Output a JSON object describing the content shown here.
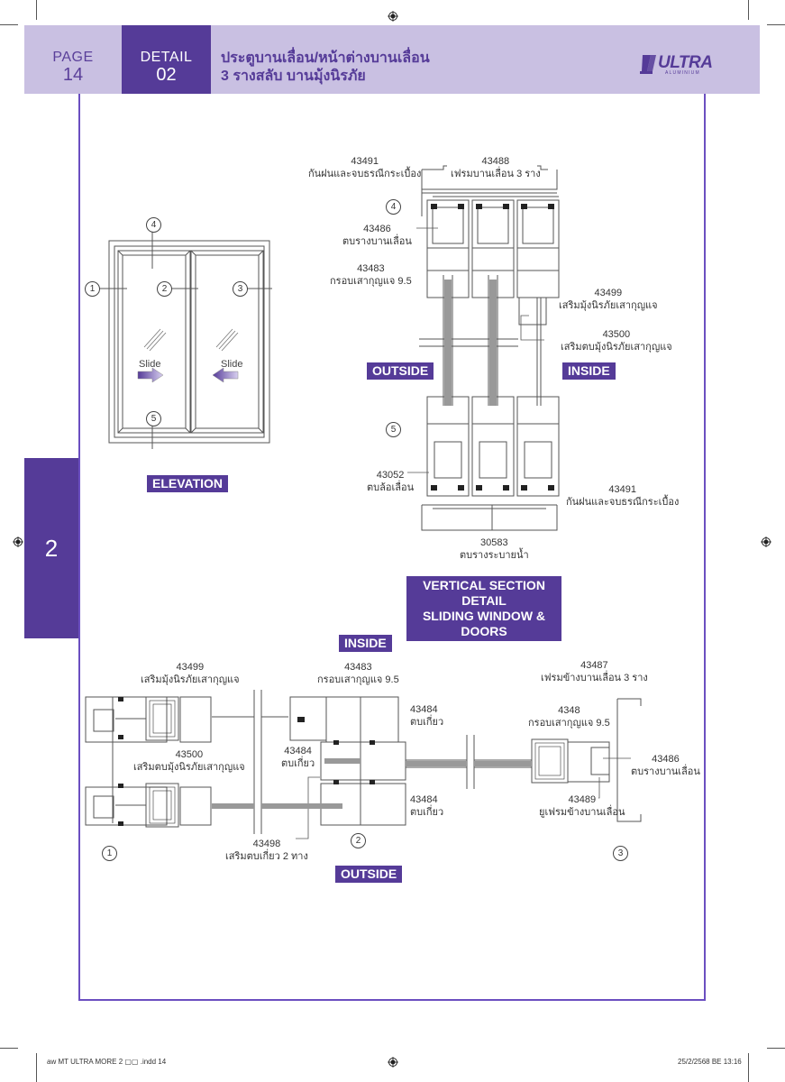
{
  "header": {
    "page_label": "PAGE",
    "page_number": "14",
    "detail_label": "DETAIL",
    "detail_number": "02",
    "title_line1": "ประตูบานเลื่อน/หน้าต่างบานเลื่อน",
    "title_line2": "3 รางสลับ บานมุ้งนิรภัย",
    "logo_text": "ULTRA",
    "logo_subtext": "ALUMINIUM"
  },
  "side_tab": {
    "chapter": "2"
  },
  "elevation": {
    "label": "ELEVATION",
    "markers": [
      "1",
      "2",
      "3",
      "4",
      "5"
    ],
    "slide_left_label": "Slide",
    "slide_right_label": "Slide"
  },
  "vertical_section": {
    "title_line1": "VERTICAL SECTION DETAIL",
    "title_line2": "SLIDING WINDOW & DOORS",
    "outside_label": "OUTSIDE",
    "inside_label": "INSIDE",
    "markers": [
      "4",
      "5"
    ],
    "parts": [
      {
        "code": "43491",
        "desc": "กันฝนและจบธรณีกระเบื้อง"
      },
      {
        "code": "43488",
        "desc": "เฟรมบานเลื่อน 3 ราง"
      },
      {
        "code": "43486",
        "desc": "ตบรางบานเลื่อน"
      },
      {
        "code": "43483",
        "desc": "กรอบเสากุญแจ 9.5"
      },
      {
        "code": "43499",
        "desc": "เสริมมุ้งนิรภัยเสากุญแจ"
      },
      {
        "code": "43500",
        "desc": "เสริมตบมุ้งนิรภัยเสากุญแจ"
      },
      {
        "code": "43052",
        "desc": "ตบล้อเลื่อน"
      },
      {
        "code": "43491",
        "desc": "กันฝนและจบธรณีกระเบื้อง"
      },
      {
        "code": "30583",
        "desc": "ตบรางระบายน้ำ"
      }
    ]
  },
  "horizontal_section": {
    "inside_label": "INSIDE",
    "outside_label": "OUTSIDE",
    "markers": [
      "1",
      "2",
      "3"
    ],
    "parts": [
      {
        "code": "43499",
        "desc": "เสริมมุ้งนิรภัยเสากุญแจ"
      },
      {
        "code": "43483",
        "desc": "กรอบเสากุญแจ 9.5"
      },
      {
        "code": "43487",
        "desc": "เฟรมข้างบานเลื่อน 3 ราง"
      },
      {
        "code": "43484",
        "desc": "ตบเกี่ยว"
      },
      {
        "code": "4348",
        "desc": "กรอบเสากุญแจ 9.5"
      },
      {
        "code": "43500",
        "desc": "เสริมตบมุ้งนิรภัยเสากุญแจ"
      },
      {
        "code": "43484",
        "desc": "ตบเกี่ยว"
      },
      {
        "code": "43486",
        "desc": "ตบรางบานเลื่อน"
      },
      {
        "code": "43484",
        "desc": "ตบเกี่ยว"
      },
      {
        "code": "43489",
        "desc": "ยูเฟรมข้างบานเลื่อน"
      },
      {
        "code": "43498",
        "desc": "เสริมตบเกี่ยว 2 ทาง"
      }
    ]
  },
  "footer": {
    "file_info": "aw MT ULTRA MORE 2 ▢▢ .indd   14",
    "timestamp": "25/2/2568 BE   13:16"
  },
  "colors": {
    "brand_purple": "#553b98",
    "header_lavender": "#c9c0e2",
    "frame_line": "#6b4fc0"
  }
}
